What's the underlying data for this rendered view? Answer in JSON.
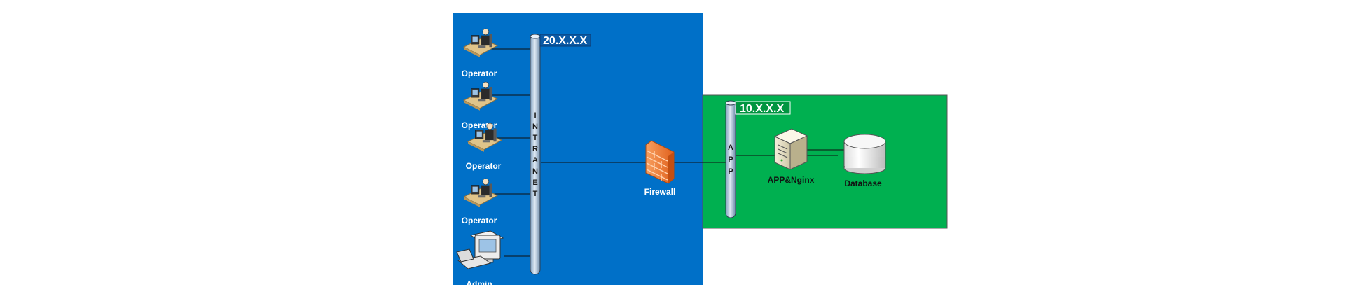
{
  "zones": {
    "intranet": {
      "ip_label": "20.X.X.X",
      "color": "#0070c8"
    },
    "app": {
      "ip_label": "10.X.X.X",
      "color": "#00b050"
    }
  },
  "buses": {
    "intranet": {
      "letters": [
        "I",
        "N",
        "T",
        "R",
        "A",
        "N",
        "E",
        "T"
      ]
    },
    "app": {
      "letters": [
        "A",
        "P",
        "P"
      ]
    }
  },
  "nodes": {
    "operators": [
      {
        "label": "Operator"
      },
      {
        "label": "Operator"
      },
      {
        "label": "Operator"
      },
      {
        "label": "Operator"
      }
    ],
    "admin": {
      "label": "Admin"
    },
    "firewall": {
      "label": "Firewall"
    },
    "app_server": {
      "label": "APP&Nginx"
    },
    "database": {
      "label": "Database"
    }
  },
  "icons": [
    "operator-workstation-icon",
    "admin-computer-icon",
    "firewall-icon",
    "server-icon",
    "database-icon"
  ]
}
